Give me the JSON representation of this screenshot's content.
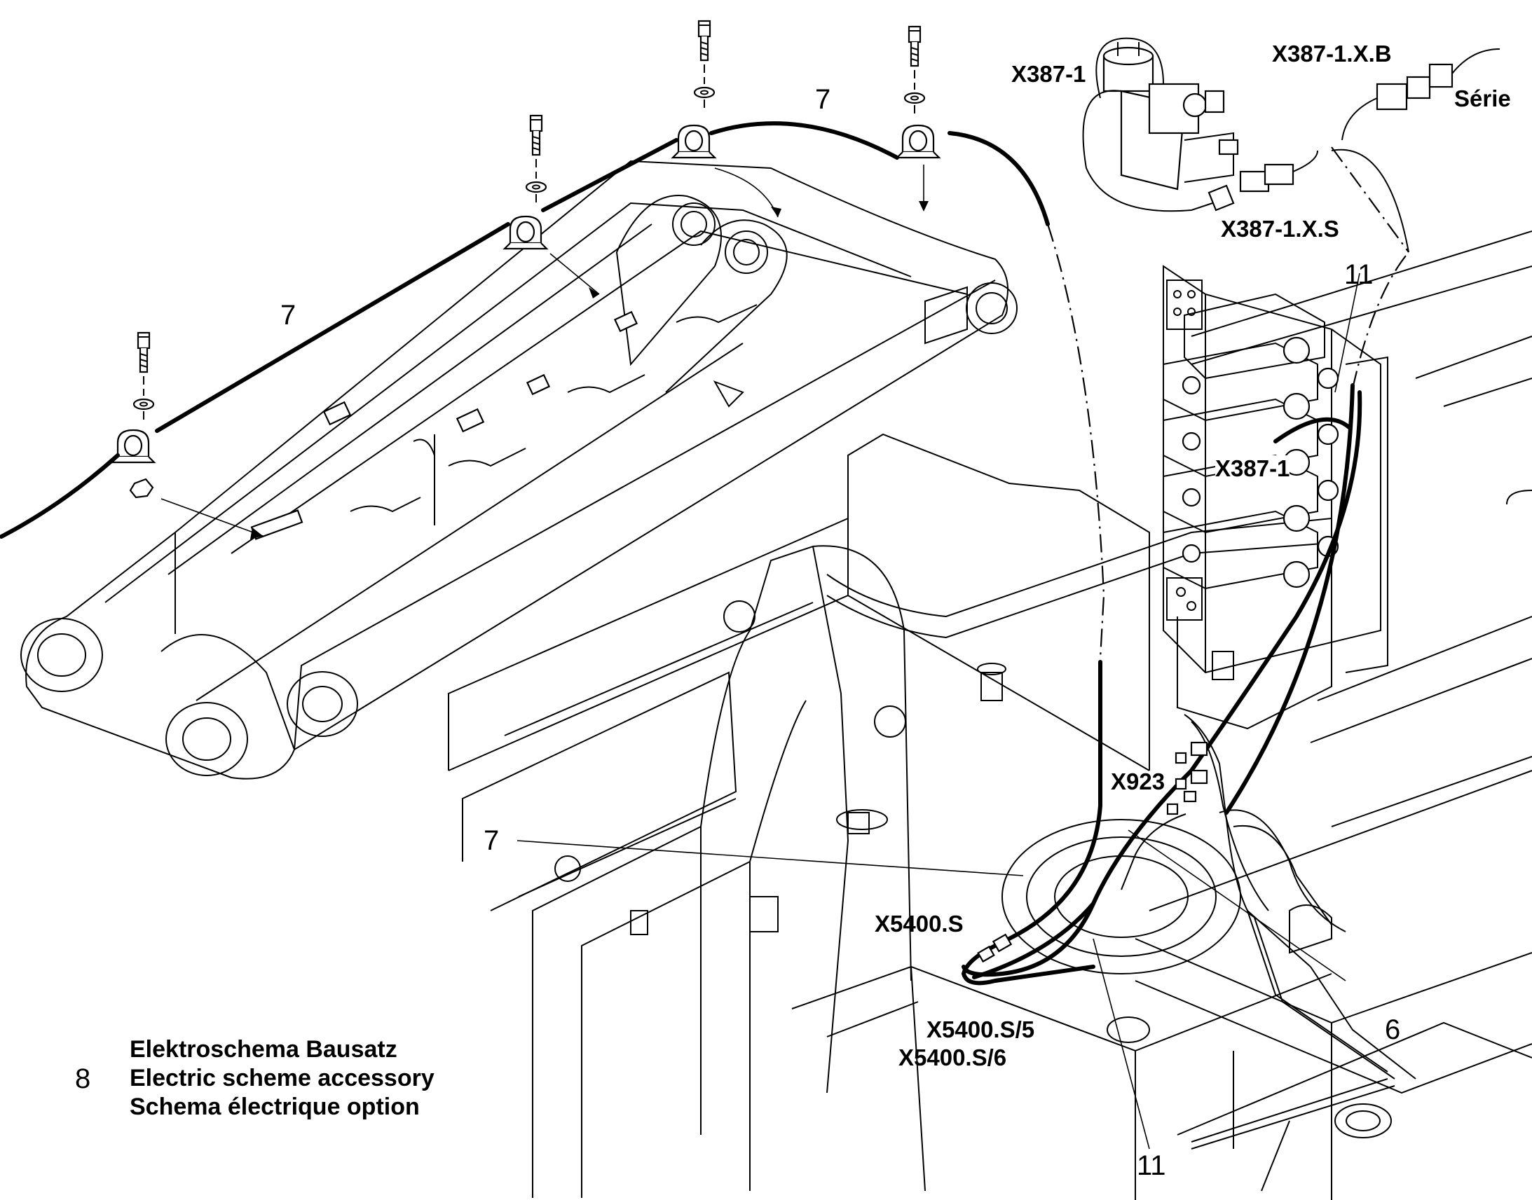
{
  "labels": {
    "x387_1_top": "X387-1",
    "x387_1_xb": "X387-1.X.B",
    "serie": "Série",
    "x387_1_xs": "X387-1.X.S",
    "x387_1_block": "X387-1",
    "x923": "X923",
    "x5400_s": "X5400.S",
    "x5400_s5": "X5400.S/5",
    "x5400_s6": "X5400.S/6"
  },
  "callouts": {
    "item7_a": "7",
    "item7_b": "7",
    "item7_c": "7",
    "item11_a": "11",
    "item11_b": "11",
    "item6": "6"
  },
  "legend": {
    "number": "8",
    "line_de": "Elektroschema Bausatz",
    "line_en": "Electric scheme accessory",
    "line_fr": "Schema électrique option"
  }
}
